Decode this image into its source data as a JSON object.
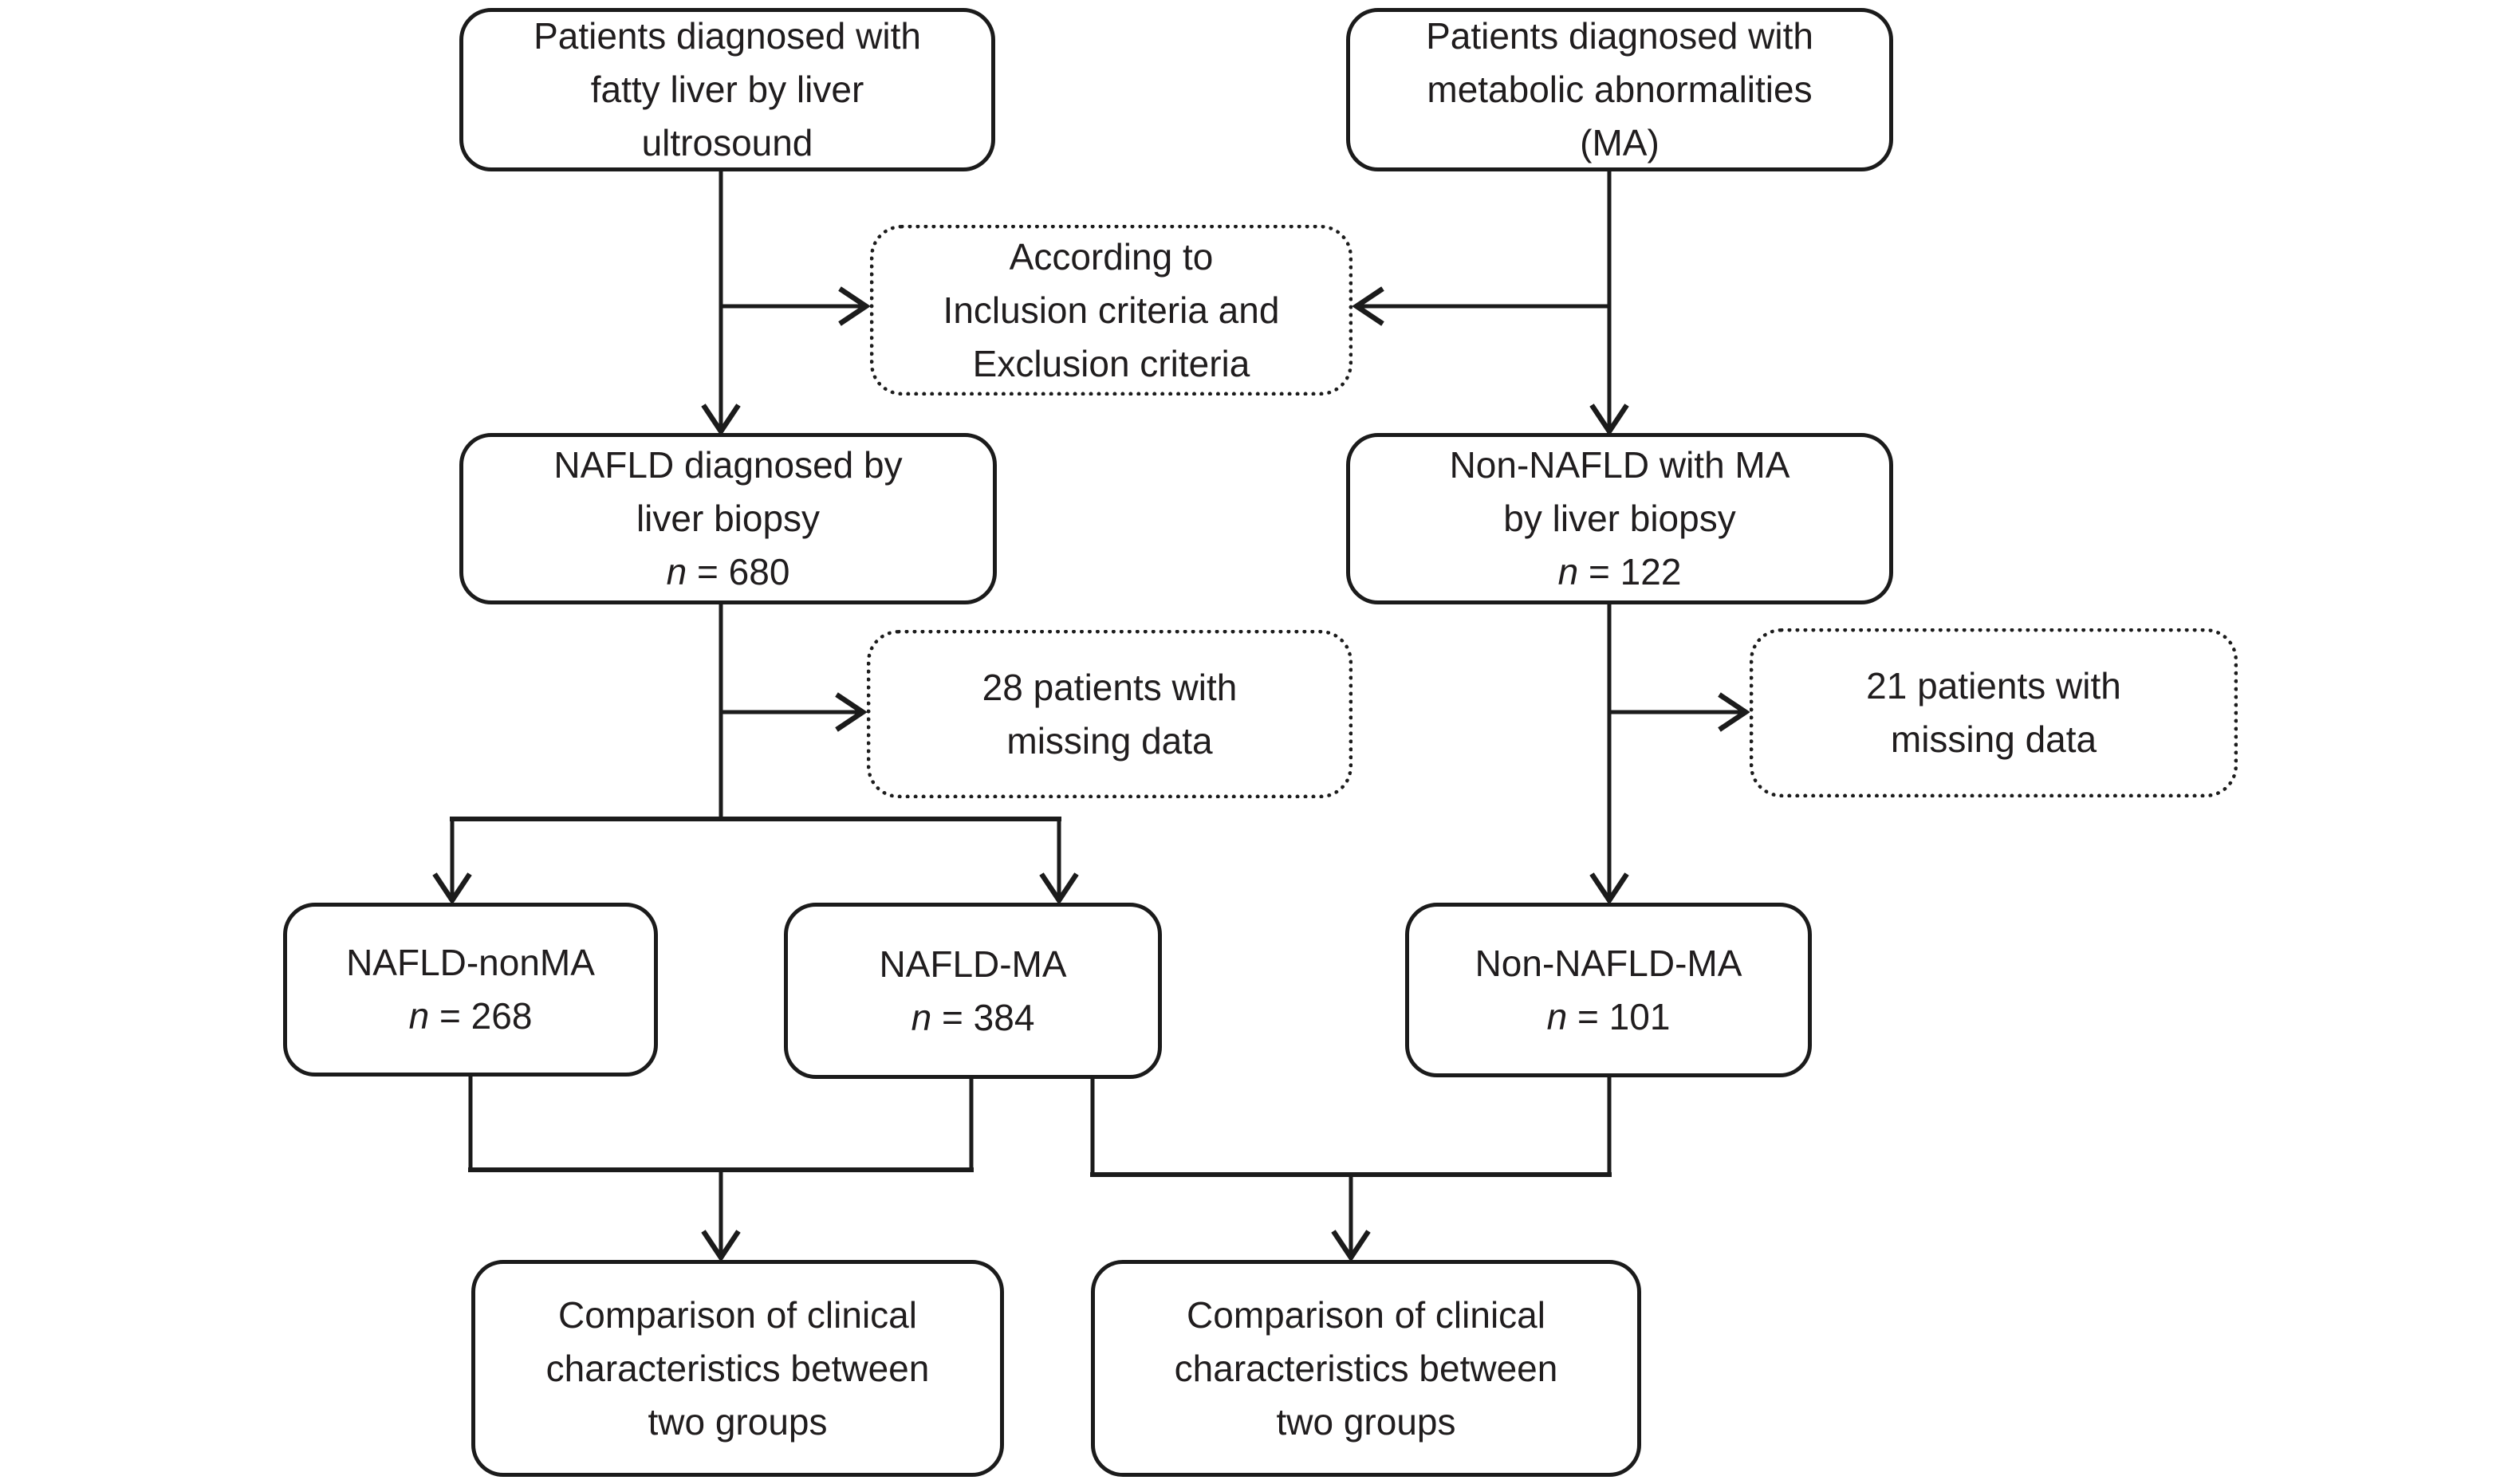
{
  "palette": {
    "background": "#ffffff",
    "line_color": "#1b1b1b",
    "text_color": "#201d1e",
    "box_fill": "#ffffff"
  },
  "nodes": {
    "fatty_liver": {
      "lines": [
        "Patients diagnosed with",
        "fatty liver by liver",
        "ultrosound"
      ]
    },
    "metabolic": {
      "lines": [
        "Patients diagnosed with",
        "metabolic abnormalities",
        "(MA)"
      ]
    },
    "criteria": {
      "lines": [
        "According to",
        "Inclusion criteria and",
        "Exclusion criteria"
      ]
    },
    "nafld": {
      "lines": [
        "NAFLD diagnosed by",
        "liver biopsy"
      ],
      "n_label": "n",
      "n_value": "= 680"
    },
    "non_nafld": {
      "lines": [
        "Non-NAFLD with MA",
        "by liver biopsy"
      ],
      "n_label": "n",
      "n_value": "= 122"
    },
    "missing_left": {
      "lines": [
        "28 patients with",
        "missing data"
      ]
    },
    "missing_right": {
      "lines": [
        "21 patients with",
        "missing data"
      ]
    },
    "nafld_nonma": {
      "lines": [
        "NAFLD-nonMA"
      ],
      "n_label": "n",
      "n_value": "= 268"
    },
    "nafld_ma": {
      "lines": [
        "NAFLD-MA"
      ],
      "n_label": "n",
      "n_value": "= 384"
    },
    "non_nafld_ma": {
      "lines": [
        "Non-NAFLD-MA"
      ],
      "n_label": "n",
      "n_value": "= 101"
    },
    "comparison_left": {
      "lines": [
        "Comparison of clinical",
        "characteristics between",
        "two groups"
      ]
    },
    "comparison_right": {
      "lines": [
        "Comparison of clinical",
        "characteristics between",
        "two groups"
      ]
    }
  }
}
